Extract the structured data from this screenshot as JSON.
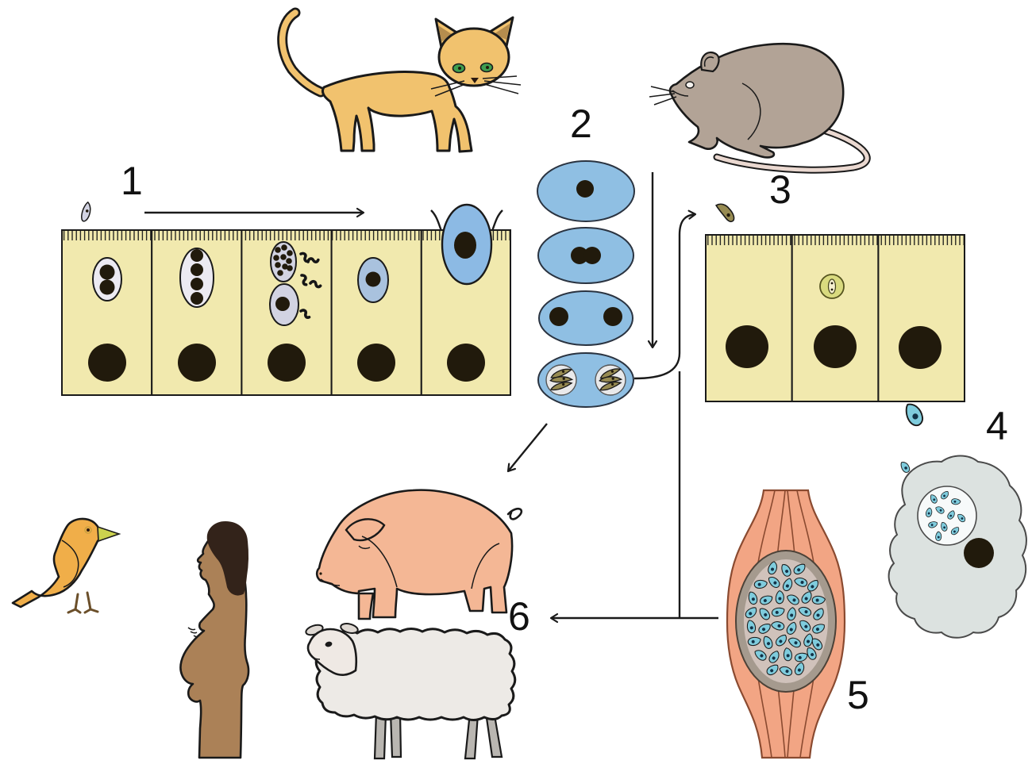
{
  "diagram": {
    "kind": "parasite-life-cycle-diagram",
    "stage_labels": [
      "1",
      "2",
      "3",
      "4",
      "5",
      "6"
    ],
    "figures": [
      "cat",
      "rat",
      "intestinal-epithelium-strip-1",
      "oocyst-maturation-column",
      "intestinal-epithelium-strip-2",
      "host-cell-with-parasite-vacuole",
      "muscle-tissue-cyst",
      "bird",
      "pregnant-woman",
      "pig",
      "sheep"
    ]
  },
  "colors": {
    "background": "#ffffff",
    "outline": "#1a1a1a",
    "epithelium": "#f1e9ae",
    "nucleus": "#211a0c",
    "oocyst": "#8fbfe3",
    "oocystStroke": "#2a3340",
    "schizontPale": "#eceaf2",
    "lavender": "#d2d3e2",
    "gametocyte": "#a9c2de",
    "bigBlue": "#8cbae4",
    "tachyzoite": "#7fccdd",
    "tachyDot": "#123247",
    "hostCell": "#dce2e0",
    "vacuole": "#f7fafa",
    "muscle": "#f2a584",
    "muscleLine": "#8a4a30",
    "cystWall": "#a59a8e",
    "cystInner": "#d0c2bb",
    "olive": "#978b52",
    "inclusion": "#d9da7f",
    "cat": "#f1c26e",
    "catEarInner": "#b58d4e",
    "catEye": "#3f9e4f",
    "rat": "#b2a396",
    "ratTail": "#ead8d0",
    "bird": "#f0ae49",
    "beak": "#ccd24e",
    "legBrown": "#6b4f2a",
    "skin": "#ab8157",
    "hair": "#33231a",
    "pig": "#f4b795",
    "sheepBody": "#edeae6",
    "sheepHead": "#efe9e4",
    "sheepLeg": "#b9b6b1"
  }
}
